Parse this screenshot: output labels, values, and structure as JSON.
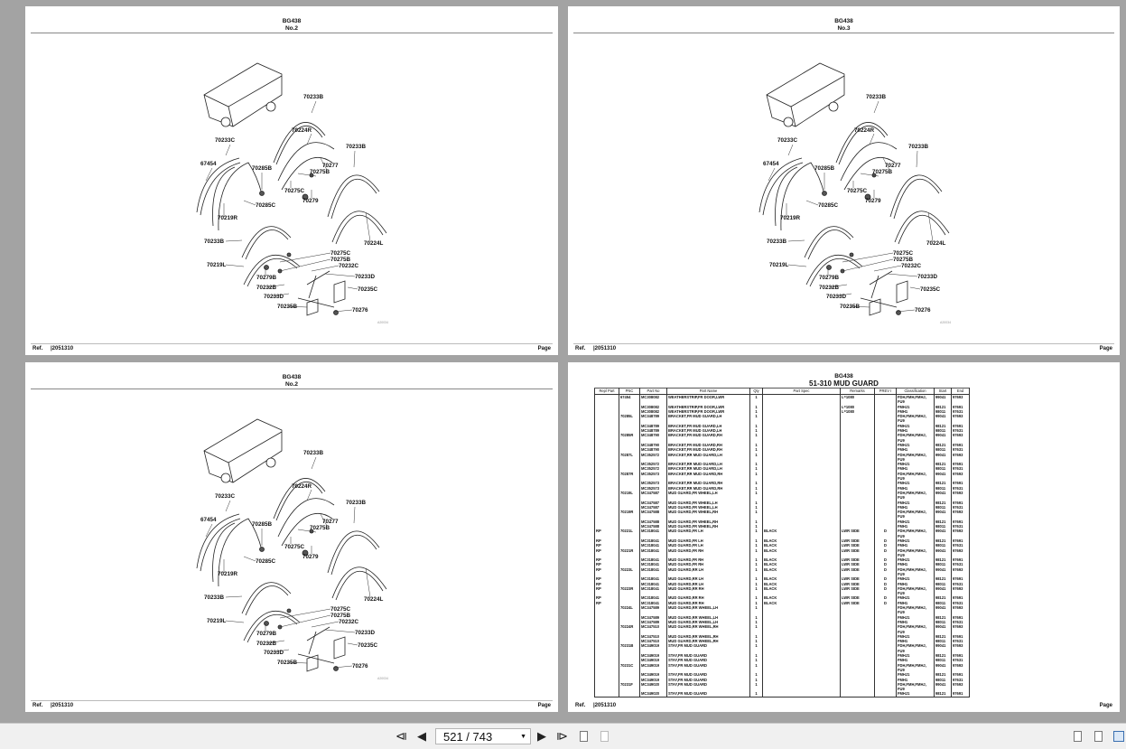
{
  "pages": [
    {
      "title": "BG438",
      "subtitle": "No.2",
      "ref": "Ref.",
      "ref_no": "|2051310",
      "page_label": "Page"
    },
    {
      "title": "BG438",
      "subtitle": "No.3",
      "ref": "Ref.",
      "ref_no": "|2051310",
      "page_label": "Page"
    },
    {
      "title": "BG438",
      "subtitle": "No.2",
      "ref": "Ref.",
      "ref_no": "|2051310",
      "page_label": "Page"
    },
    {
      "title": "BG438",
      "subtitle": "51-310 MUD GUARD",
      "ref": "Ref.",
      "ref_no": "|2051310",
      "page_label": "Page"
    }
  ],
  "diagram": {
    "labels": [
      "70233B",
      "70224R",
      "70233C",
      "70233B",
      "67454",
      "70285B",
      "70277",
      "70275B",
      "70275C",
      "70279",
      "70285C",
      "70219R",
      "70233B",
      "70224L",
      "70275C",
      "70275B",
      "70232C",
      "70219L",
      "70279B",
      "70233D",
      "70232B",
      "70235C",
      "70233D",
      "70235B",
      "70276"
    ],
    "code": "A20034"
  },
  "table": {
    "columns": [
      "Repl Part",
      "PNC",
      "Part No",
      "Part Name",
      "Qty",
      "Part Spec",
      "Remarks",
      "PREV I",
      "Classification",
      "Start",
      "End"
    ],
    "classifications": [
      {
        "class": "FDH,FMH,FMHJ,\nFU9",
        "start": "99041",
        "end": "97693"
      },
      {
        "class": "FMHJ1",
        "start": "98121",
        "end": "97691"
      },
      {
        "class": "FMH1",
        "start": "98011",
        "end": "97631"
      }
    ],
    "groups": [
      {
        "rp": "",
        "pnc": "67454",
        "part_no": "MC308082",
        "name": "WEATHERSTRIP,FR DOOR,LWR",
        "qty": "1",
        "spec": "",
        "remarks": "L=1080",
        "prev": ""
      },
      {
        "rp": "",
        "pnc": "70285L",
        "part_no": "MC348789",
        "name": "BRACKET,FR MUD GUARD,LH",
        "qty": "1",
        "spec": "",
        "remarks": "",
        "prev": ""
      },
      {
        "rp": "",
        "pnc": "70285R",
        "part_no": "MC348790",
        "name": "BRACKET,FR MUD GUARD,RH",
        "qty": "1",
        "spec": "",
        "remarks": "",
        "prev": ""
      },
      {
        "rp": "",
        "pnc": "70287L",
        "part_no": "MC352572",
        "name": "BRACKET,RR MUD GUARD,LH",
        "qty": "1",
        "spec": "",
        "remarks": "",
        "prev": ""
      },
      {
        "rp": "",
        "pnc": "70287R",
        "part_no": "MC352573",
        "name": "BRACKET,RR MUD GUARD,RH",
        "qty": "1",
        "spec": "",
        "remarks": "",
        "prev": ""
      },
      {
        "rp": "",
        "pnc": "70219L",
        "part_no": "MC347587",
        "name": "MUD GUARD,FR WHEEL,LH",
        "qty": "1",
        "spec": "",
        "remarks": "",
        "prev": ""
      },
      {
        "rp": "",
        "pnc": "70219R",
        "part_no": "MC347588",
        "name": "MUD GUARD,FR WHEEL,RH",
        "qty": "1",
        "spec": "",
        "remarks": "",
        "prev": ""
      },
      {
        "rp": "RP",
        "pnc": "70221L",
        "part_no": "MC318041",
        "name": "MUD GUARD,FR LH",
        "qty": "1",
        "spec": "BLACK",
        "remarks": "LWR SIDE",
        "prev": "D"
      },
      {
        "rp": "RP",
        "pnc": "70221R",
        "part_no": "MC318041",
        "name": "MUD GUARD,FR RH",
        "qty": "1",
        "spec": "BLACK",
        "remarks": "LWR SIDE",
        "prev": "D"
      },
      {
        "rp": "RP",
        "pnc": "70223L",
        "part_no": "MC318041",
        "name": "MUD GUARD,RR LH",
        "qty": "1",
        "spec": "BLACK",
        "remarks": "LWR SIDE",
        "prev": "D"
      },
      {
        "rp": "RP",
        "pnc": "70223R",
        "part_no": "MC318041",
        "name": "MUD GUARD,RR RH",
        "qty": "1",
        "spec": "BLACK",
        "remarks": "LWR SIDE",
        "prev": "D"
      },
      {
        "rp": "",
        "pnc": "70224L",
        "part_no": "MC347589",
        "name": "MUD GUARD,RR WHEEL,LH",
        "qty": "1",
        "spec": "",
        "remarks": "",
        "prev": ""
      },
      {
        "rp": "",
        "pnc": "70224R",
        "part_no": "MC347510",
        "name": "MUD GUARD,RR WHEEL,RH",
        "qty": "1",
        "spec": "",
        "remarks": "",
        "prev": ""
      },
      {
        "rp": "",
        "pnc": "70231B",
        "part_no": "MC349019",
        "name": "STAY,FR MUD GUARD",
        "qty": "1",
        "spec": "",
        "remarks": "",
        "prev": ""
      },
      {
        "rp": "",
        "pnc": "70231C",
        "part_no": "MC349019",
        "name": "STAY,FR MUD GUARD",
        "qty": "1",
        "spec": "",
        "remarks": "",
        "prev": ""
      },
      {
        "rp": "",
        "pnc": "70231F",
        "part_no": "MC349020",
        "name": "STAY,FR MUD GUARD",
        "qty": "1",
        "spec": "",
        "remarks": "",
        "prev": "",
        "rows": 2
      }
    ]
  },
  "toolbar": {
    "page_input": "521 / 743",
    "icons": [
      "first-page-icon",
      "prev-page-icon",
      "next-page-icon",
      "last-page-icon",
      "fit-page-icon",
      "fit-width-icon",
      "single-page-icon",
      "continuous-icon",
      "two-page-icon"
    ]
  }
}
